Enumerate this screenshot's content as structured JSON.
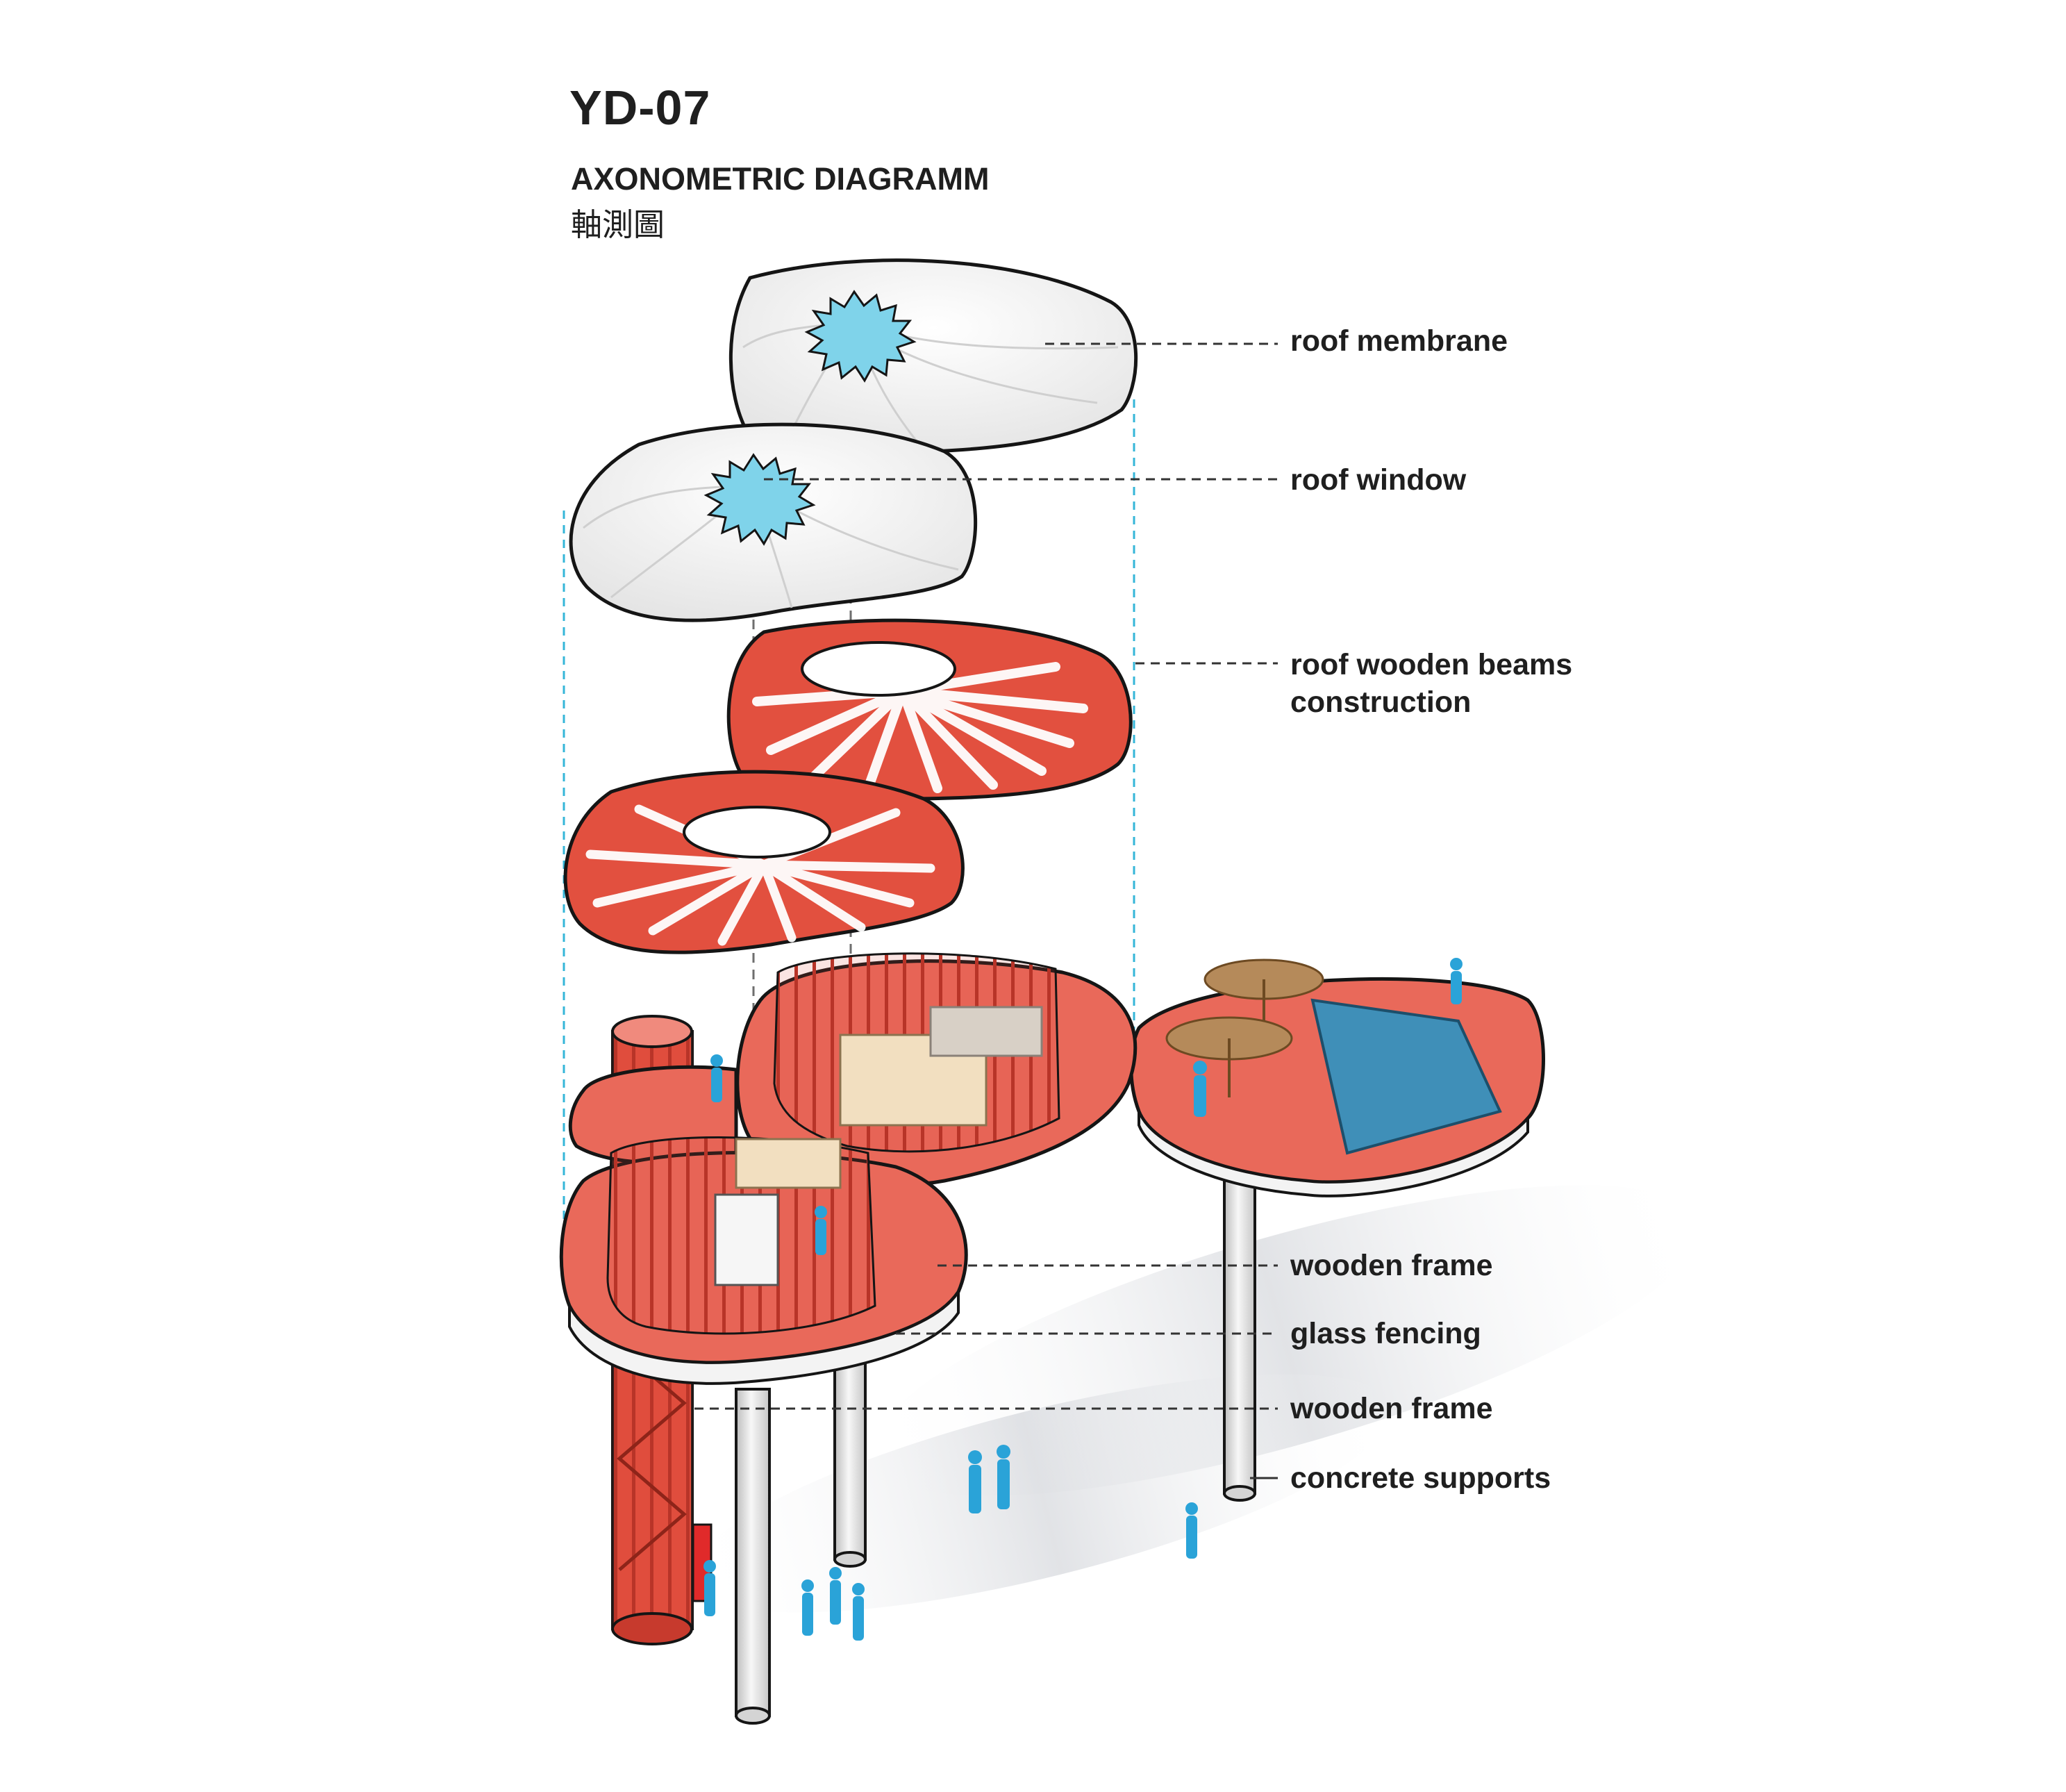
{
  "header": {
    "title": "YD-07",
    "subtitle": "AXONOMETRIC DIAGRAMM",
    "subtitle_cn": "軸測圖"
  },
  "callouts": {
    "roof_membrane": "roof membrane",
    "roof_window": "roof window",
    "roof_beams_line1": "roof wooden beams",
    "roof_beams_line2": "construction",
    "wooden_frame_upper": "wooden frame",
    "glass_fencing": "glass fencing",
    "wooden_frame_lower": "wooden frame",
    "concrete_supports": "concrete supports"
  },
  "colors": {
    "deck_red": "#e9695a",
    "beam_red": "#e2503f",
    "membrane": "#f4f4f4",
    "window_blue": "#7fd3ea",
    "guide_blue": "#35b6d8",
    "pool_blue": "#3f8fb8",
    "figure_blue": "#2aa3d8",
    "outline": "#151515",
    "leader": "#333333"
  }
}
